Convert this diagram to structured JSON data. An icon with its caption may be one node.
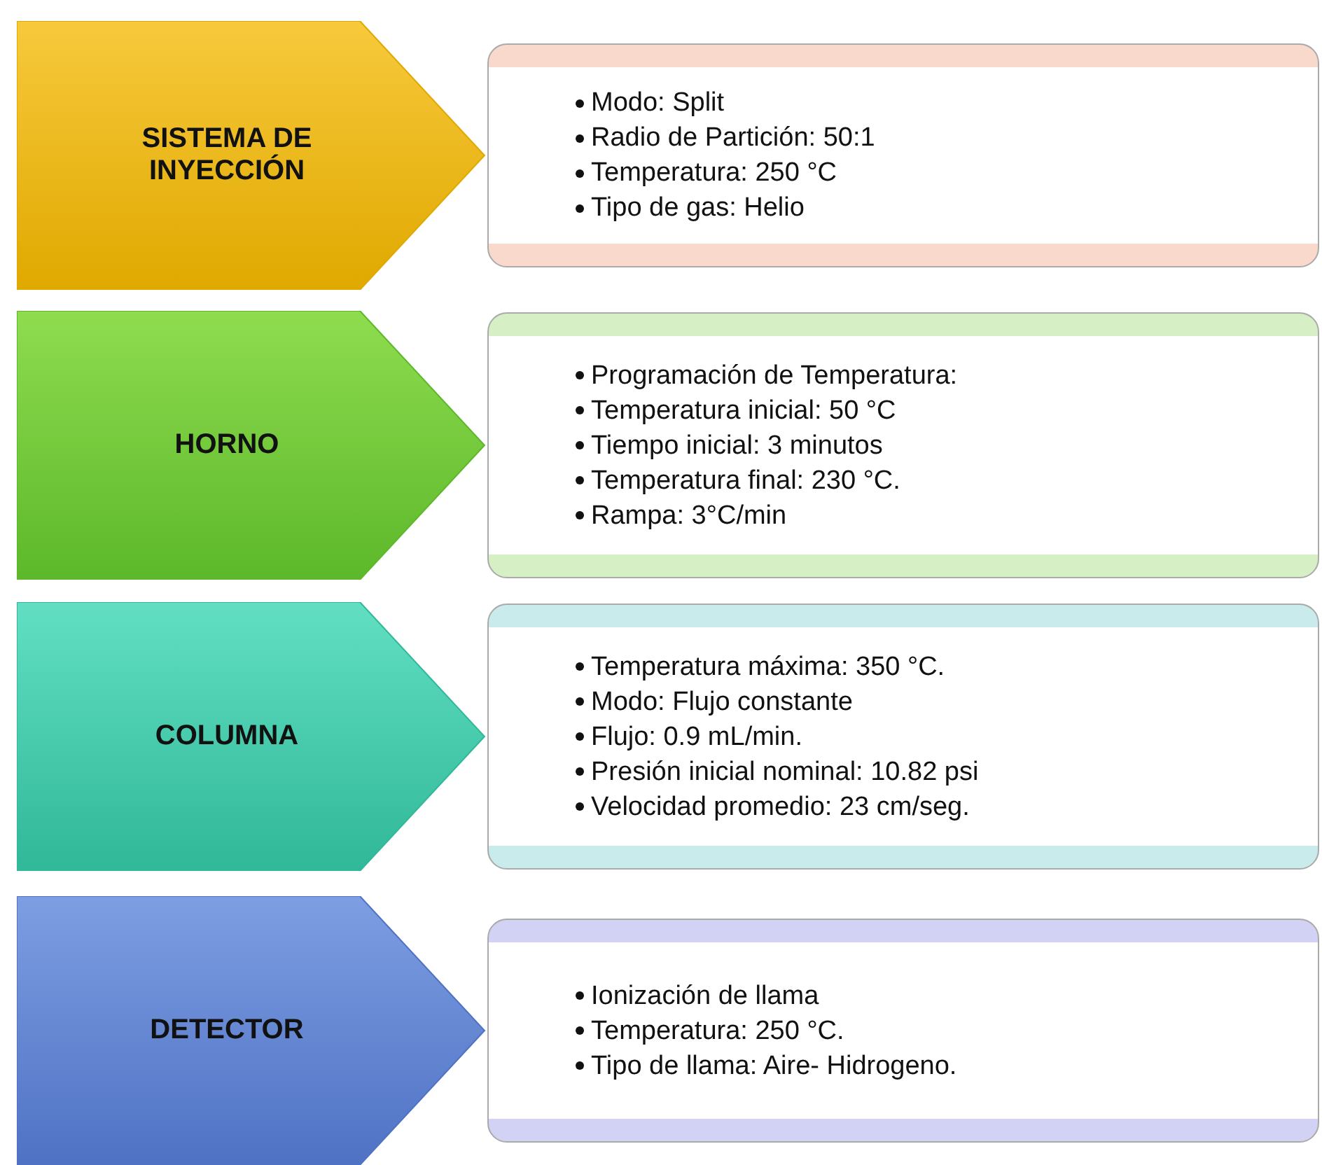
{
  "diagram": {
    "nodes": [
      {
        "text": [
          "SISTEMA DE INYECCIÓN"
        ]
      },
      {
        "text": [
          "Modo: Split",
          "Radio de Partición: 50:1",
          "Temperatura: 250 °C",
          "Tipo de gas: Helio"
        ]
      },
      {
        "text": [
          "HORNO"
        ]
      },
      {
        "text": [
          "Programación de Temperatura:",
          "Temperatura inicial: 50 °C",
          "Tiempo inicial: 3 minutos",
          "Temperatura final: 230 °C.",
          "Rampa: 3°C/min"
        ]
      },
      {
        "text": [
          "COLUMNA"
        ]
      },
      {
        "text": [
          "Temperatura máxima: 350 °C.",
          "Modo: Flujo constante",
          "Flujo: 0.9 mL/min.",
          "Presión inicial nominal: 10.82 psi",
          "Velocidad promedio: 23 cm/seg."
        ]
      },
      {
        "text": [
          "DETECTOR"
        ]
      },
      {
        "text": [
          "Ionización de llama",
          "Temperatura: 250 °C.",
          "Tipo de llama: Aire- Hidrogeno."
        ]
      }
    ]
  }
}
